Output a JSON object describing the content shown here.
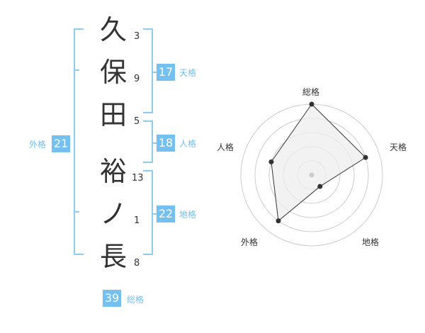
{
  "name_chars": [
    {
      "char": "久",
      "strokes": "3"
    },
    {
      "char": "保",
      "strokes": "9"
    },
    {
      "char": "田",
      "strokes": "5"
    },
    {
      "char": "裕",
      "strokes": "13"
    },
    {
      "char": "ノ",
      "strokes": "1"
    },
    {
      "char": "長",
      "strokes": "8"
    }
  ],
  "fortune": {
    "tenkaku": {
      "value": "17",
      "label": "天格"
    },
    "jinkaku": {
      "value": "18",
      "label": "人格"
    },
    "chikaku": {
      "value": "22",
      "label": "地格"
    },
    "gaikaku": {
      "value": "21",
      "label": "外格"
    },
    "soukaku": {
      "value": "39",
      "label": "総格"
    }
  },
  "radar": {
    "axes": [
      "総格",
      "天格",
      "地格",
      "外格",
      "人格"
    ],
    "levels": 5,
    "values": [
      5,
      4,
      1,
      4,
      3
    ],
    "max": 5,
    "colors": {
      "grid": "#cccccc",
      "fill": "#eeeeee",
      "line": "#333333",
      "center": "#cccccc"
    }
  },
  "colors": {
    "accent": "#74c0f0"
  }
}
